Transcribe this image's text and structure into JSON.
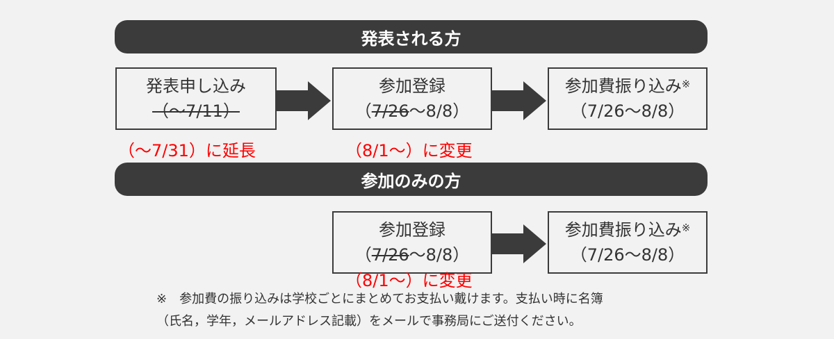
{
  "banners": {
    "presenters": "発表される方",
    "participants": "参加のみの方"
  },
  "flow1": {
    "box1": {
      "title": "発表申し込み",
      "old_period": "（～7/11）"
    },
    "red1": "（～7/31）に延長",
    "box2": {
      "title": "参加登録",
      "paren_open": "（",
      "old_date": "7/26",
      "rest": "～8/8）"
    },
    "red2": "（8/1～）に変更",
    "box3": {
      "title": "参加費振り込み",
      "mark": "※",
      "period": "（7/26～8/8）"
    }
  },
  "flow2": {
    "box2": {
      "title": "参加登録",
      "paren_open": "（",
      "old_date": "7/26",
      "rest": "～8/8）"
    },
    "red2": "（8/1～）に変更",
    "box3": {
      "title": "参加費振り込み",
      "mark": "※",
      "period": "（7/26～8/8）"
    }
  },
  "note": {
    "line1": "※　参加費の振り込みは学校ごとにまとめてお支払い戴けます。支払い時に名簿",
    "line2": "（氏名，学年，メールアドレス記載）をメールで事務局にご送付ください。"
  },
  "colors": {
    "dark": "#3b3b3b",
    "change": "#ff0000",
    "background": "#f2f2f2"
  },
  "icons": {
    "flow_arrow": "right-arrow-icon"
  }
}
